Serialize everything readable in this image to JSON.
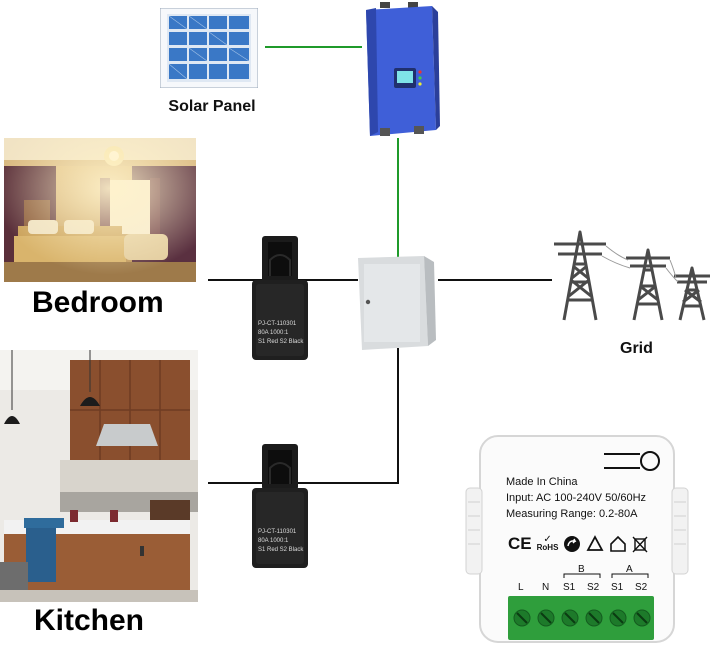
{
  "labels": {
    "solar_panel": "Solar Panel",
    "bedroom": "Bedroom",
    "kitchen": "Kitchen",
    "grid": "Grid"
  },
  "ct_clamp": {
    "model": "PJ-CT-110301",
    "ratio": "80A 1000:1",
    "wires": "S1 Red  S2 Black"
  },
  "meter": {
    "made_in": "Made In China",
    "input": "Input: AC 100-240V 50/60Hz",
    "range": "Measuring Range: 0.2-80A",
    "marks": [
      "CE",
      "RoHS"
    ],
    "group_b": "B",
    "group_a": "A",
    "terminals": [
      "L",
      "N",
      "S1",
      "S2",
      "S1",
      "S2"
    ]
  },
  "colors": {
    "wire_green": "#1f9a2a",
    "wire_black": "#111111",
    "inverter_blue": "#3f5fd8",
    "terminal_green": "#2f9e3c",
    "panel_blue": "#3a78c6"
  }
}
